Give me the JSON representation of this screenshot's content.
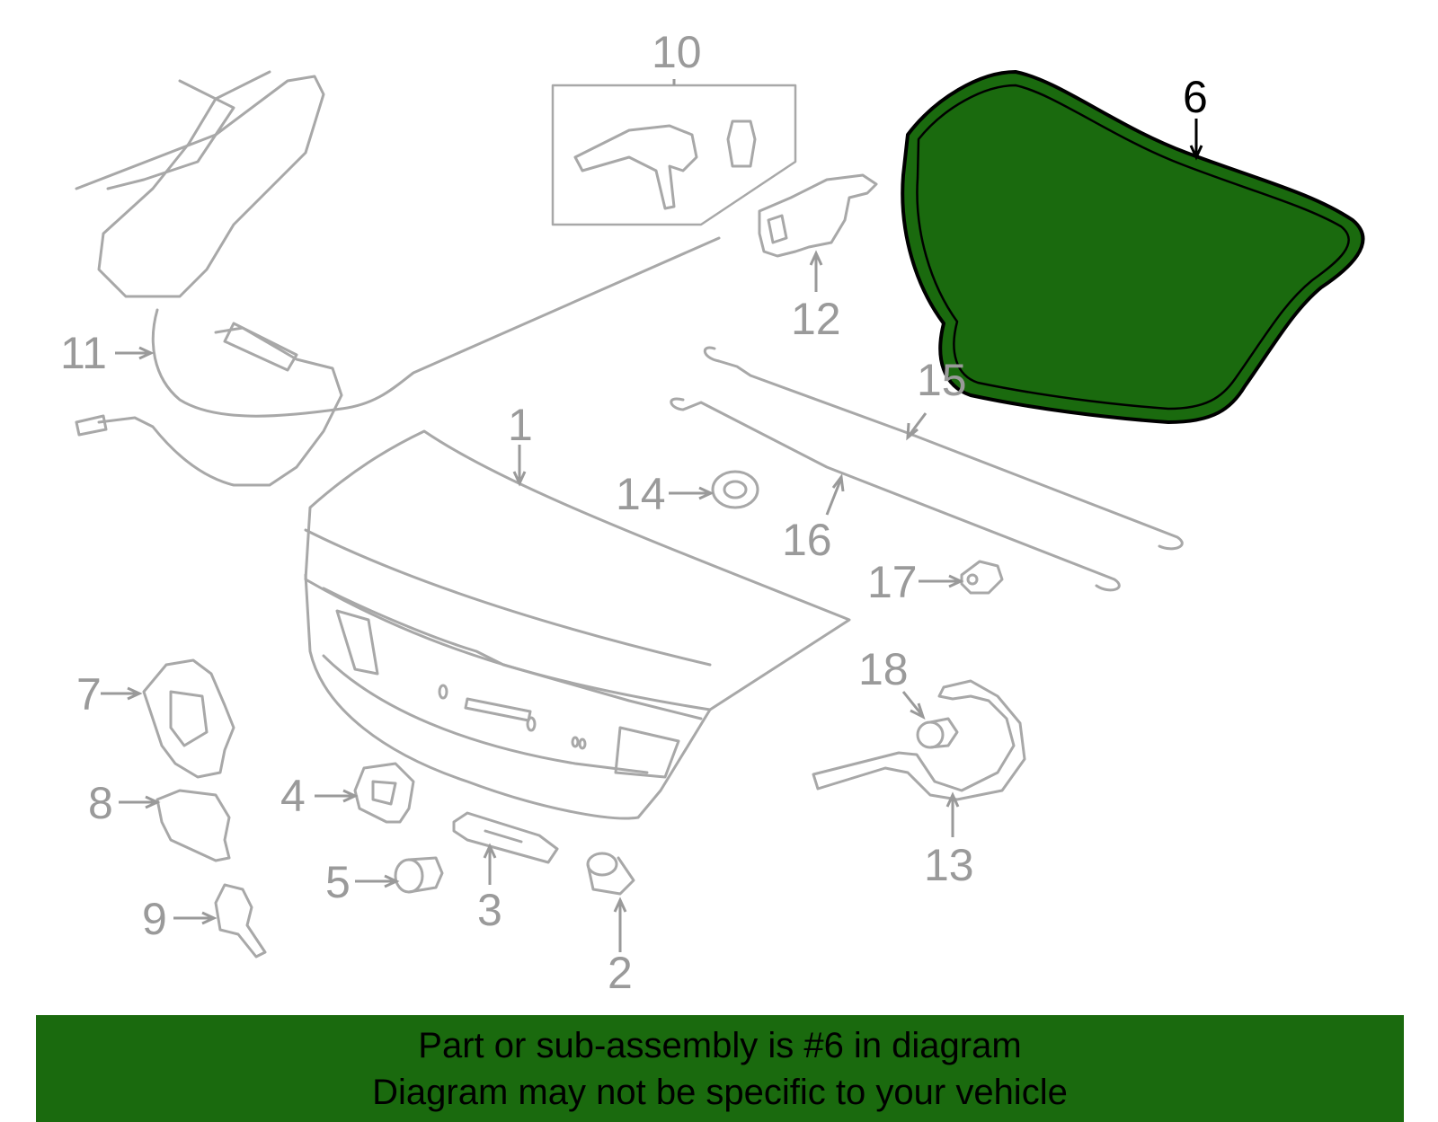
{
  "highlight_color": "#1a6a0e",
  "highlighted_part": "6",
  "callouts": [
    "1",
    "2",
    "3",
    "4",
    "5",
    "6",
    "7",
    "8",
    "9",
    "10",
    "11",
    "12",
    "13",
    "14",
    "15",
    "16",
    "17",
    "18"
  ],
  "banner": {
    "line1": "Part or sub-assembly is #6 in diagram",
    "line2": "Diagram may not be specific to your vehicle"
  }
}
